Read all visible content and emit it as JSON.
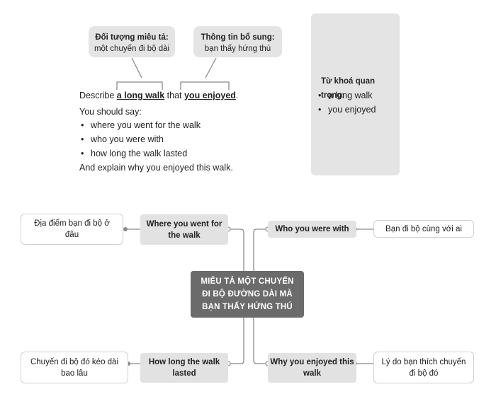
{
  "callouts": {
    "left": {
      "title": "Đối tượng miêu tả:",
      "text": "một chuyến đi bộ dài"
    },
    "right": {
      "title": "Thông tin bổ sung:",
      "text": "bạn thấy hứng thú"
    }
  },
  "prompt": {
    "prefix": "Describe ",
    "key1": "a long walk",
    "middle": " that ",
    "key2": "you enjoyed",
    "suffix": ".",
    "should_say": "You should say:",
    "bullets": [
      "where you went for the walk",
      "who you were with",
      "how long the walk lasted"
    ],
    "explain": "And explain why you enjoyed this walk."
  },
  "keywords": {
    "title": "Từ khoá quan trọng:",
    "items": [
      "a long walk",
      "you enjoyed"
    ]
  },
  "mindmap": {
    "center": "MIÊU TẢ MỘT CHUYẾN ĐI BỘ ĐƯỜNG DÀI MÀ BẠN THẤY HỨNG THÚ",
    "branches": {
      "top_left": {
        "label": "Where you went for the walk",
        "detail": "Địa điểm bạn đi bộ ở đâu"
      },
      "top_right": {
        "label": "Who you were with",
        "detail": "Bạn đi bộ cùng với ai"
      },
      "bottom_left": {
        "label": "How long the walk lasted",
        "detail": "Chuyến đi bộ đó kéo dài bao lâu"
      },
      "bottom_right": {
        "label": "Why you enjoyed this walk",
        "detail": "Lý do bạn thích chuyến đi bộ đó"
      }
    }
  },
  "colors": {
    "box_gray": "#e2e2e2",
    "center_fill": "#6b6b6b",
    "line": "#888888"
  }
}
